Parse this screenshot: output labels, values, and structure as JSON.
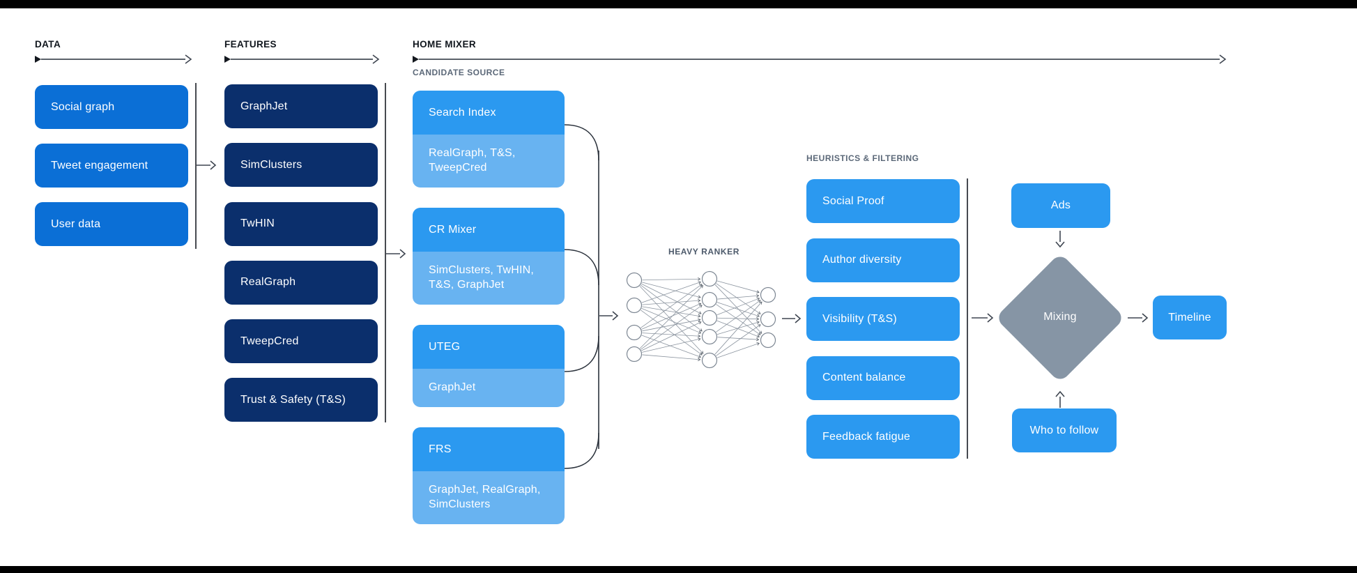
{
  "sections": {
    "data": {
      "label": "DATA",
      "items": [
        "Social graph",
        "Tweet engagement",
        "User data"
      ]
    },
    "features": {
      "label": "FEATURES",
      "items": [
        "GraphJet",
        "SimClusters",
        "TwHIN",
        "RealGraph",
        "TweepCred",
        "Trust & Safety (T&S)"
      ]
    },
    "home_mixer": {
      "label": "HOME MIXER",
      "candidate_source_label": "CANDIDATE SOURCE",
      "candidates": [
        {
          "name": "Search Index",
          "sources": "RealGraph, T&S, TweepCred"
        },
        {
          "name": "CR Mixer",
          "sources": "SimClusters, TwHIN, T&S, GraphJet"
        },
        {
          "name": "UTEG",
          "sources": "GraphJet"
        },
        {
          "name": "FRS",
          "sources": "GraphJet, RealGraph, SimClusters"
        }
      ]
    },
    "heavy_ranker": {
      "label": "HEAVY RANKER",
      "layers": [
        4,
        5,
        3
      ]
    },
    "heuristics": {
      "label": "HEURISTICS & FILTERING",
      "items": [
        "Social Proof",
        "Author diversity",
        "Visibility (T&S)",
        "Content balance",
        "Feedback fatigue"
      ]
    },
    "mixing_stage": {
      "ads": "Ads",
      "mixing": "Mixing",
      "who_to_follow": "Who to follow",
      "timeline": "Timeline"
    }
  },
  "colors": {
    "data_box": "#0b6fd6",
    "feature_box": "#0b2f6c",
    "primary_box": "#2b99f0",
    "sub_box": "#68b3f1",
    "diamond": "#8695a5"
  }
}
